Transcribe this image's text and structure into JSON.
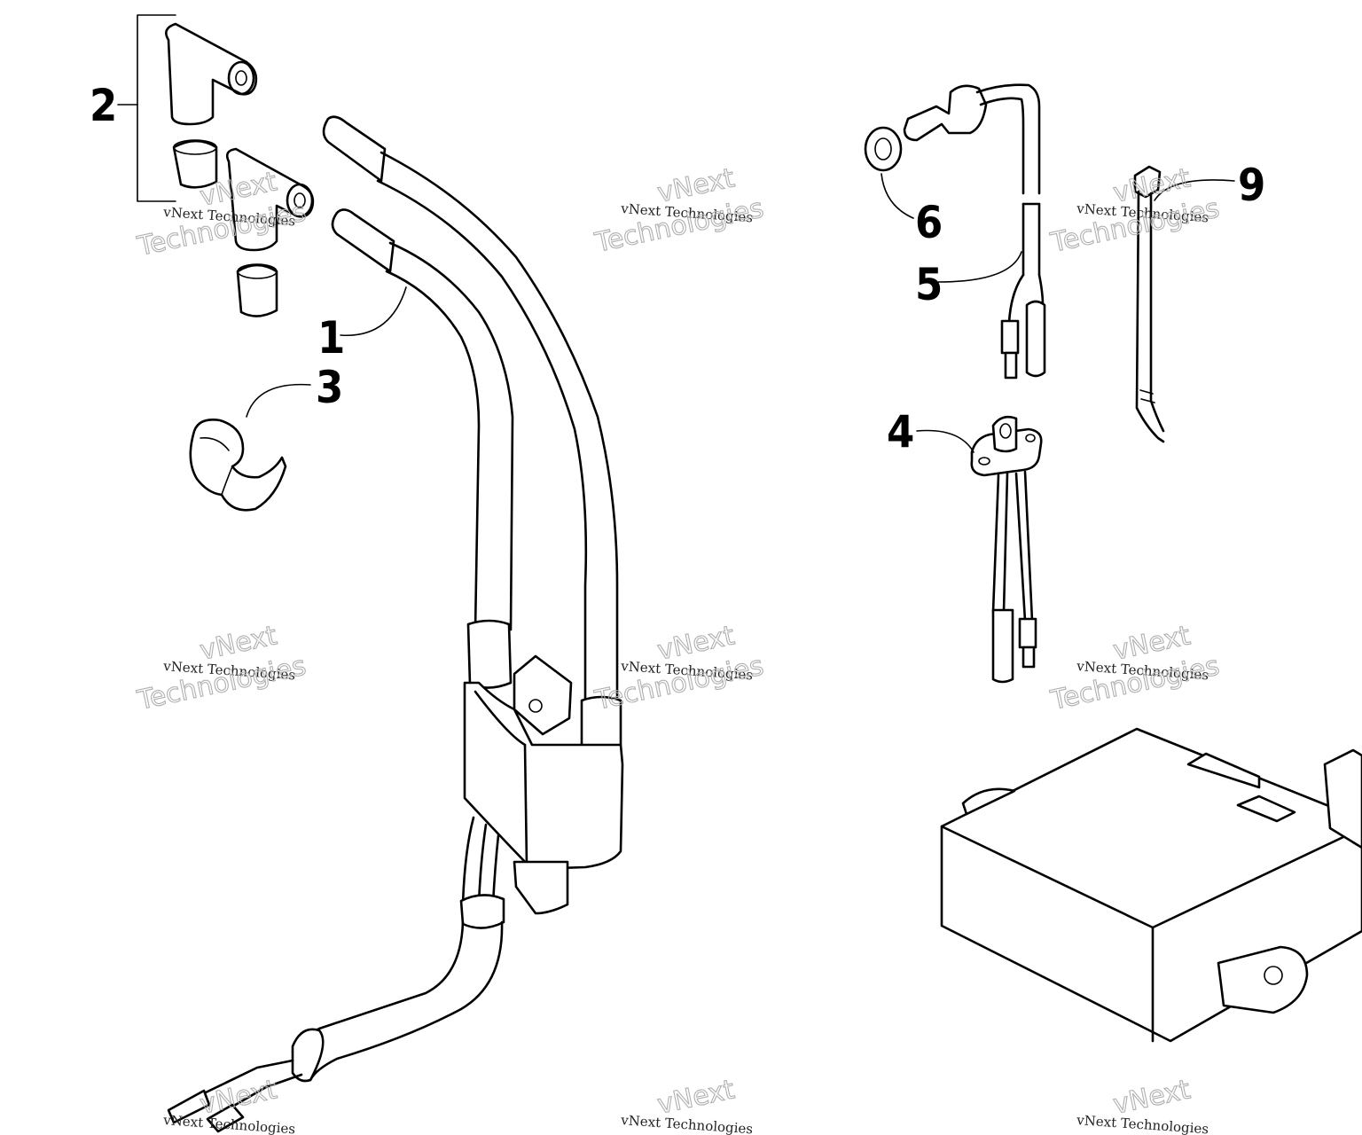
{
  "callouts": {
    "c1": "1",
    "c2": "2",
    "c3": "3",
    "c4": "4",
    "c5": "5",
    "c6": "6",
    "c9": "9"
  },
  "watermark": {
    "brand_text": "vNext",
    "small_text": "vNext Technologies",
    "large_text": "Technologies"
  },
  "colors": {
    "line": "#000000",
    "watermark_outline": "#b0b0b0",
    "background": "#ffffff"
  }
}
